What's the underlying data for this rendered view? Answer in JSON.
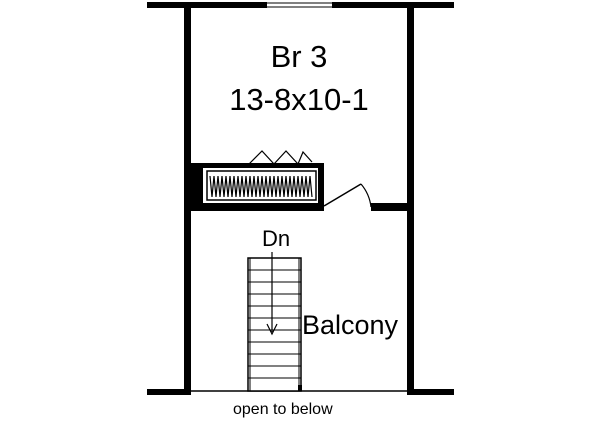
{
  "room": {
    "name": "Br 3",
    "dimensions": "13-8x10-1"
  },
  "stair": {
    "direction_label": "Dn"
  },
  "balcony": {
    "label": "Balcony"
  },
  "open_to_below": {
    "label": "open to below"
  },
  "colors": {
    "line": "#000000",
    "background": "#ffffff"
  }
}
